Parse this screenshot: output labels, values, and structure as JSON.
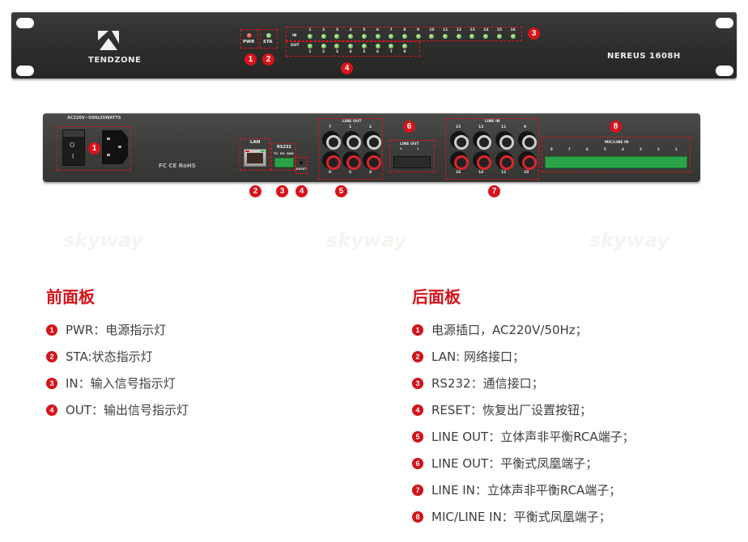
{
  "front_panel": {
    "brand": "TENDZONE",
    "model": "NEREUS 1608H",
    "pwr_label": "PWR",
    "sta_label": "STA",
    "in_label": "IN",
    "out_label": "OUT",
    "in_channels": [
      "1",
      "2",
      "3",
      "4",
      "5",
      "6",
      "7",
      "8",
      "9",
      "10",
      "11",
      "12",
      "13",
      "14",
      "15",
      "16"
    ],
    "out_channels": [
      "1",
      "2",
      "3",
      "4",
      "5",
      "6",
      "7",
      "8"
    ],
    "badges": [
      "1",
      "2",
      "3",
      "4"
    ]
  },
  "rear_panel": {
    "power_rating": "AC220V~50Hz25WATTS",
    "certifications": "FC  CE  RoHS",
    "lan_label": "LAN",
    "rs232_label": "RS232",
    "rs232_pins": [
      "TX",
      "RX",
      "GND"
    ],
    "reset_label": "RESET",
    "rca_line_out_label": "LINE OUT",
    "rca_line_out_top": [
      "7",
      "1",
      "2"
    ],
    "rca_line_out_bottom": [
      "8",
      "6",
      "4"
    ],
    "phoenix_line_out_label": "LINE OUT",
    "phoenix_line_out_groups": [
      "2",
      "1"
    ],
    "line_in_label": "LINE IN",
    "line_in_top": [
      "15",
      "13",
      "11",
      "9"
    ],
    "line_in_bottom": [
      "16",
      "14",
      "12",
      "10"
    ],
    "mic_line_in_label": "MIC/LINE IN",
    "mic_line_in_channels": [
      "8",
      "7",
      "6",
      "5",
      "4",
      "3",
      "2",
      "1"
    ],
    "badges": [
      "1",
      "2",
      "3",
      "4",
      "5",
      "6",
      "7",
      "8"
    ]
  },
  "watermark": "skyway",
  "front_section": {
    "title": "前面板",
    "items": [
      {
        "num": "1",
        "text": "PWR：电源指示灯"
      },
      {
        "num": "2",
        "text": "STA:状态指示灯"
      },
      {
        "num": "3",
        "text": "IN：输入信号指示灯"
      },
      {
        "num": "4",
        "text": "OUT：输出信号指示灯"
      }
    ]
  },
  "rear_section": {
    "title": "后面板",
    "items": [
      {
        "num": "1",
        "text": "电源插口，AC220V/50Hz；"
      },
      {
        "num": "2",
        "text": "LAN: 网络接口；"
      },
      {
        "num": "3",
        "text": "RS232：通信接口；"
      },
      {
        "num": "4",
        "text": "RESET：恢复出厂设置按钮；"
      },
      {
        "num": "5",
        "text": "LINE OUT：立体声非平衡RCA端子；"
      },
      {
        "num": "6",
        "text": "LINE OUT：平衡式凤凰端子；"
      },
      {
        "num": "7",
        "text": "LINE IN：立体声非平衡RCA端子；"
      },
      {
        "num": "8",
        "text": "MIC/LINE IN：平衡式凤凰端子；"
      }
    ]
  },
  "colors": {
    "accent_red": "#d4131a",
    "panel_dark": "#2c2c2a",
    "led_green": "#7cc266",
    "led_red": "#d64545",
    "text_body": "#3d3d3d"
  }
}
